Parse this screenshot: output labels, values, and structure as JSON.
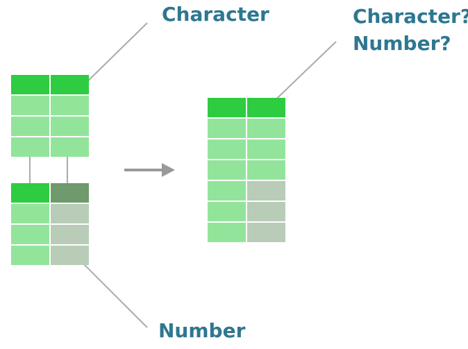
{
  "labels": {
    "character": "Character",
    "number": "Number",
    "result_line_1": "Character?",
    "result_line_2": "Number?"
  },
  "colors": {
    "header_character": "#2ecc40",
    "header_number": "#6e9a6e",
    "body_character": "#92e49b",
    "body_number": "#b8ccb8",
    "label_text": "#2e7790",
    "line": "#aaaaaa"
  },
  "tables": {
    "top": {
      "header": [
        "character",
        "character"
      ],
      "rows": [
        [
          "character",
          "character"
        ],
        [
          "character",
          "character"
        ],
        [
          "character",
          "character"
        ]
      ]
    },
    "bottom": {
      "header": [
        "character",
        "number"
      ],
      "rows": [
        [
          "character",
          "number"
        ],
        [
          "character",
          "number"
        ],
        [
          "character",
          "number"
        ]
      ]
    },
    "result": {
      "header": [
        "character",
        "character"
      ],
      "rows": [
        [
          "character",
          "character"
        ],
        [
          "character",
          "character"
        ],
        [
          "character",
          "character"
        ],
        [
          "character",
          "number"
        ],
        [
          "character",
          "number"
        ],
        [
          "character",
          "number"
        ]
      ]
    }
  }
}
